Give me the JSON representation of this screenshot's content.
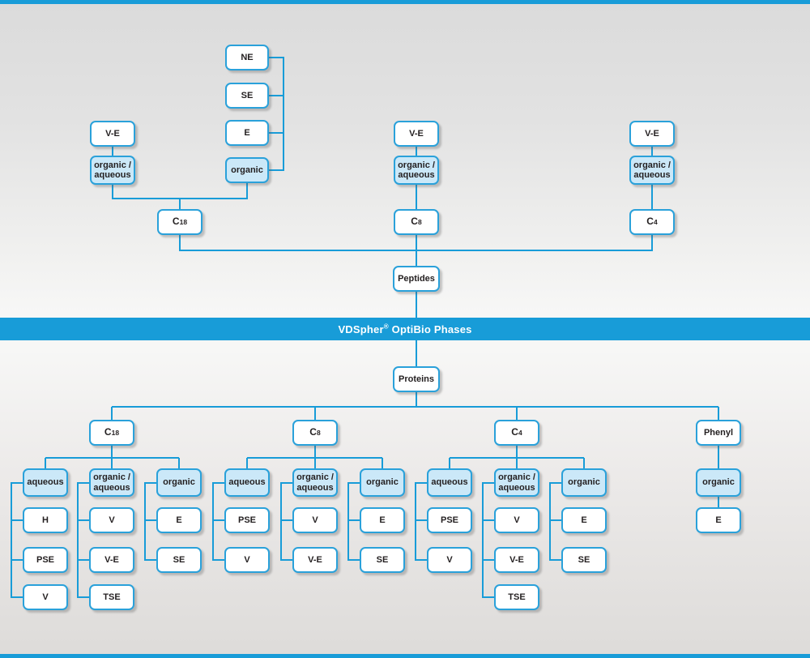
{
  "banner": {
    "brand": "VDSpher",
    "registered": "®",
    "rest": " OptiBio Phases"
  },
  "peptides_tree": {
    "root": "Peptides",
    "branches": {
      "c18": {
        "column_prefix": "C",
        "column_sub": "18",
        "ve": "V-E",
        "organic_aqueous_line1": "organic /",
        "organic_aqueous_line2": "aqueous",
        "chain": [
          "NE",
          "SE",
          "E",
          "organic"
        ]
      },
      "c8": {
        "column_prefix": "C",
        "column_sub": "8",
        "ve": "V-E",
        "organic_aqueous_line1": "organic /",
        "organic_aqueous_line2": "aqueous"
      },
      "c4": {
        "column_prefix": "C",
        "column_sub": "4",
        "ve": "V-E",
        "organic_aqueous_line1": "organic /",
        "organic_aqueous_line2": "aqueous"
      }
    }
  },
  "proteins_tree": {
    "root": "Proteins",
    "groups": [
      {
        "column_prefix": "C",
        "column_sub": "18",
        "categories": [
          {
            "line1": "aqueous",
            "children": [
              "H",
              "PSE",
              "V"
            ]
          },
          {
            "line1": "organic /",
            "line2": "aqueous",
            "children": [
              "V",
              "V-E",
              "TSE"
            ]
          },
          {
            "line1": "organic",
            "children": [
              "E",
              "SE"
            ]
          }
        ]
      },
      {
        "column_prefix": "C",
        "column_sub": "8",
        "categories": [
          {
            "line1": "aqueous",
            "children": [
              "PSE",
              "V"
            ]
          },
          {
            "line1": "organic /",
            "line2": "aqueous",
            "children": [
              "V",
              "V-E"
            ]
          },
          {
            "line1": "organic",
            "children": [
              "E",
              "SE"
            ]
          }
        ]
      },
      {
        "column_prefix": "C",
        "column_sub": "4",
        "categories": [
          {
            "line1": "aqueous",
            "children": [
              "PSE",
              "V"
            ]
          },
          {
            "line1": "organic /",
            "line2": "aqueous",
            "children": [
              "V",
              "V-E",
              "TSE"
            ]
          },
          {
            "line1": "organic",
            "children": [
              "E",
              "SE"
            ]
          }
        ]
      },
      {
        "column": "Phenyl",
        "categories": [
          {
            "line1": "organic",
            "children": [
              "E"
            ]
          }
        ]
      }
    ]
  },
  "colors": {
    "accent_blue": "#189cd8",
    "box_border": "#2aa1da",
    "category_fill": "#cbe8f8",
    "box_fill": "#ffffff",
    "text": "#231f20"
  }
}
